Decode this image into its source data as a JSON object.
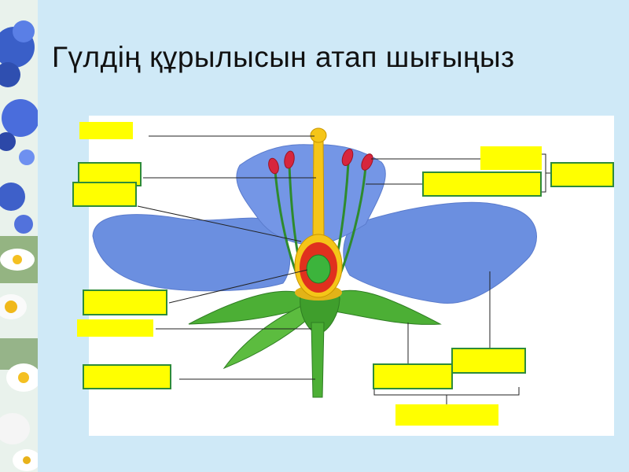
{
  "slide": {
    "title": "Гүлдің құрылысын атап шығыңыз"
  },
  "colors": {
    "background": "#cfe9f7",
    "panel": "#ffffff",
    "label_fill": "#ffff00",
    "label_border": "#2e8b3a",
    "petal": "#6b8fe0",
    "pistil_style": "#f5c518",
    "ovary_outer": "#e0301e",
    "ovary_inner": "#3cb43c",
    "anther": "#d7263d",
    "sepal": "#4caf35"
  },
  "icons": [
    "flower-icon",
    "cornflower-decoration",
    "daisy-decoration"
  ],
  "labels": [
    {
      "id": "stigma",
      "text": ""
    },
    {
      "id": "style",
      "text": ""
    },
    {
      "id": "ovary-wall",
      "text": ""
    },
    {
      "id": "ovule",
      "text": ""
    },
    {
      "id": "receptacle",
      "text": ""
    },
    {
      "id": "peduncle",
      "text": ""
    },
    {
      "id": "anther",
      "text": ""
    },
    {
      "id": "filament",
      "text": ""
    },
    {
      "id": "stamen",
      "text": ""
    },
    {
      "id": "sepal",
      "text": ""
    },
    {
      "id": "petal",
      "text": ""
    },
    {
      "id": "perianth",
      "text": ""
    }
  ]
}
